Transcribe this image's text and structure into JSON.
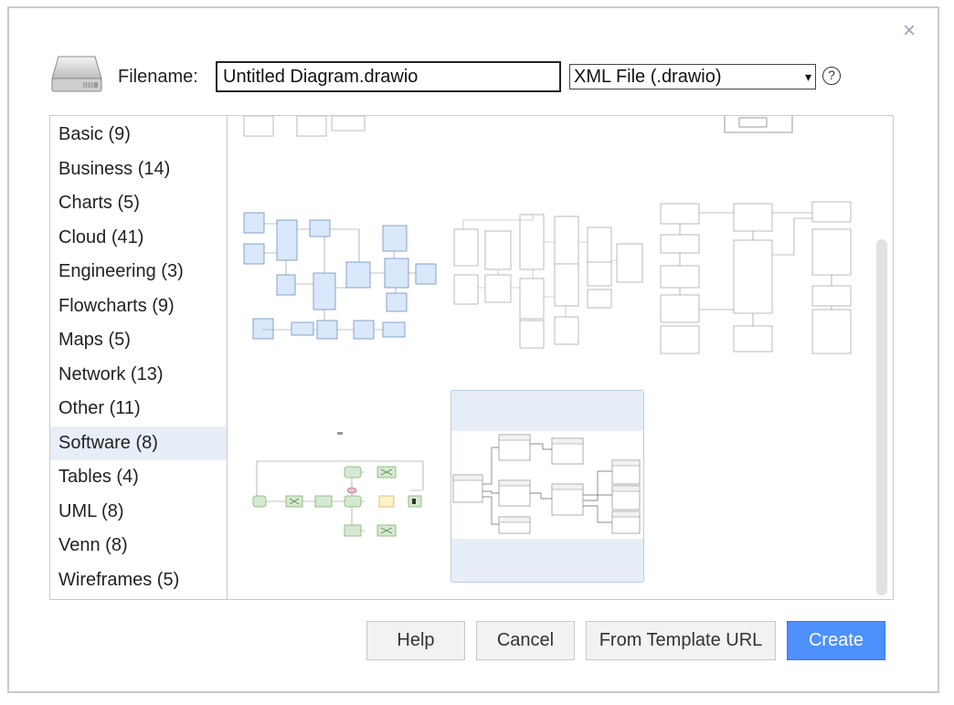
{
  "dialog": {
    "filename_label": "Filename:",
    "filename_value": "Untitled Diagram.drawio",
    "format_selected": "XML File (.drawio)",
    "help_glyph": "?",
    "close_glyph": "×"
  },
  "categories": [
    {
      "label": "Basic (9)"
    },
    {
      "label": "Business (14)"
    },
    {
      "label": "Charts (5)"
    },
    {
      "label": "Cloud (41)"
    },
    {
      "label": "Engineering (3)"
    },
    {
      "label": "Flowcharts (9)"
    },
    {
      "label": "Maps (5)"
    },
    {
      "label": "Network (13)"
    },
    {
      "label": "Other (11)"
    },
    {
      "label": "Software (8)"
    },
    {
      "label": "Tables (4)"
    },
    {
      "label": "UML (8)"
    },
    {
      "label": "Venn (8)"
    },
    {
      "label": "Wireframes (5)"
    }
  ],
  "selected_category": "Software (8)",
  "icons": {
    "close": "close-icon",
    "disk": "disk-icon",
    "help": "help-icon",
    "chevron": "chevron-down-icon"
  },
  "buttons": {
    "help": "Help",
    "cancel": "Cancel",
    "from_template_url": "From Template URL",
    "create": "Create"
  },
  "colors": {
    "accent": "#4d90fe",
    "selection": "#e8eef7",
    "er_blue": "#dae8fc",
    "flow_green": "#d5e8d4",
    "flow_yellow": "#fff2cc"
  }
}
